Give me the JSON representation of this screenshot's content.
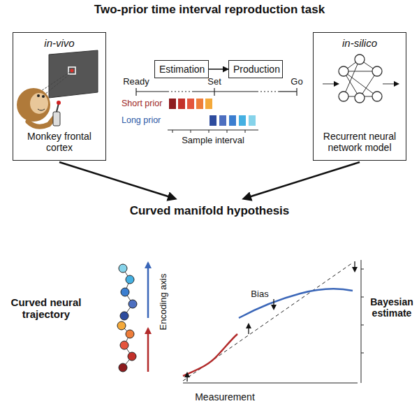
{
  "diagram": {
    "title": "Two-prior time interval reproduction task",
    "nodes": [
      {
        "text": [
          "in-vivo",
          "Monkey frontal cortex"
        ]
      },
      {
        "text": [
          "Estimation"
        ]
      },
      {
        "text": [
          "Production"
        ]
      },
      {
        "text": [
          "in-silico",
          "Recurrent neural network model"
        ]
      }
    ],
    "edges": [
      {
        "from": 1,
        "to": 2,
        "arrow": "to"
      }
    ],
    "labels": [
      "Ready",
      "Set",
      "Go",
      "Short prior",
      "Long prior",
      "Sample interval",
      "Curved manifold hypothesis",
      "Curved neural trajectory",
      "Encoding axis",
      "Bias",
      "Measurement",
      "Bayesian estimate"
    ]
  }
}
